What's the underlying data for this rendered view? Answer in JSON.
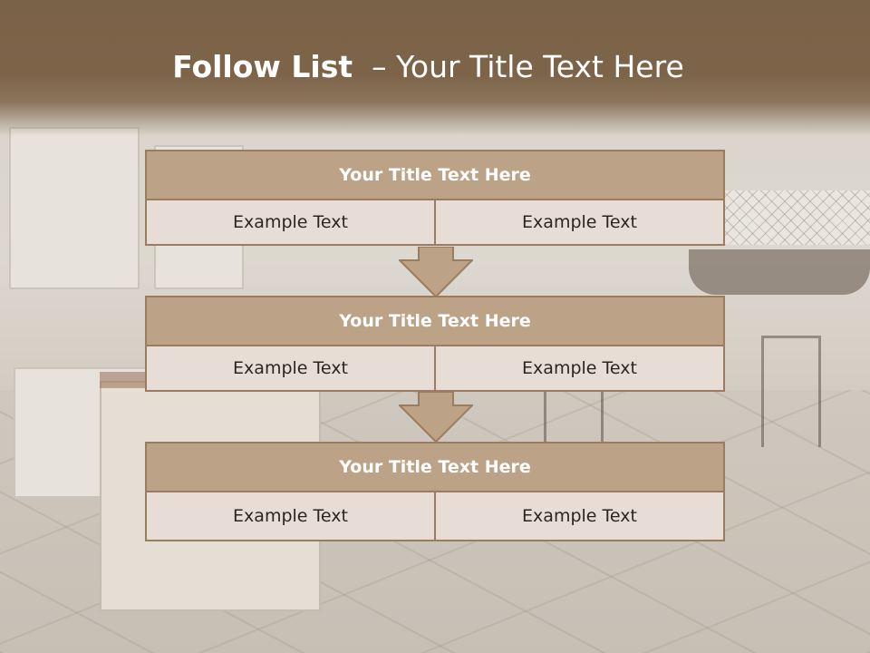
{
  "title": {
    "bold": "Follow List",
    "rest": "  – Your Title Text Here"
  },
  "blocks": [
    {
      "heading": "Your Title Text Here",
      "left": "Example Text",
      "right": "Example Text"
    },
    {
      "heading": "Your Title Text Here",
      "left": "Example Text",
      "right": "Example Text"
    },
    {
      "heading": "Your Title Text Here",
      "left": "Example Text",
      "right": "Example Text"
    }
  ],
  "colors": {
    "header": "#7a6248",
    "block_title": "#bca387",
    "block_border": "#9a7d5f",
    "cell": "#e8ddd6",
    "arrow": "#bca387"
  }
}
